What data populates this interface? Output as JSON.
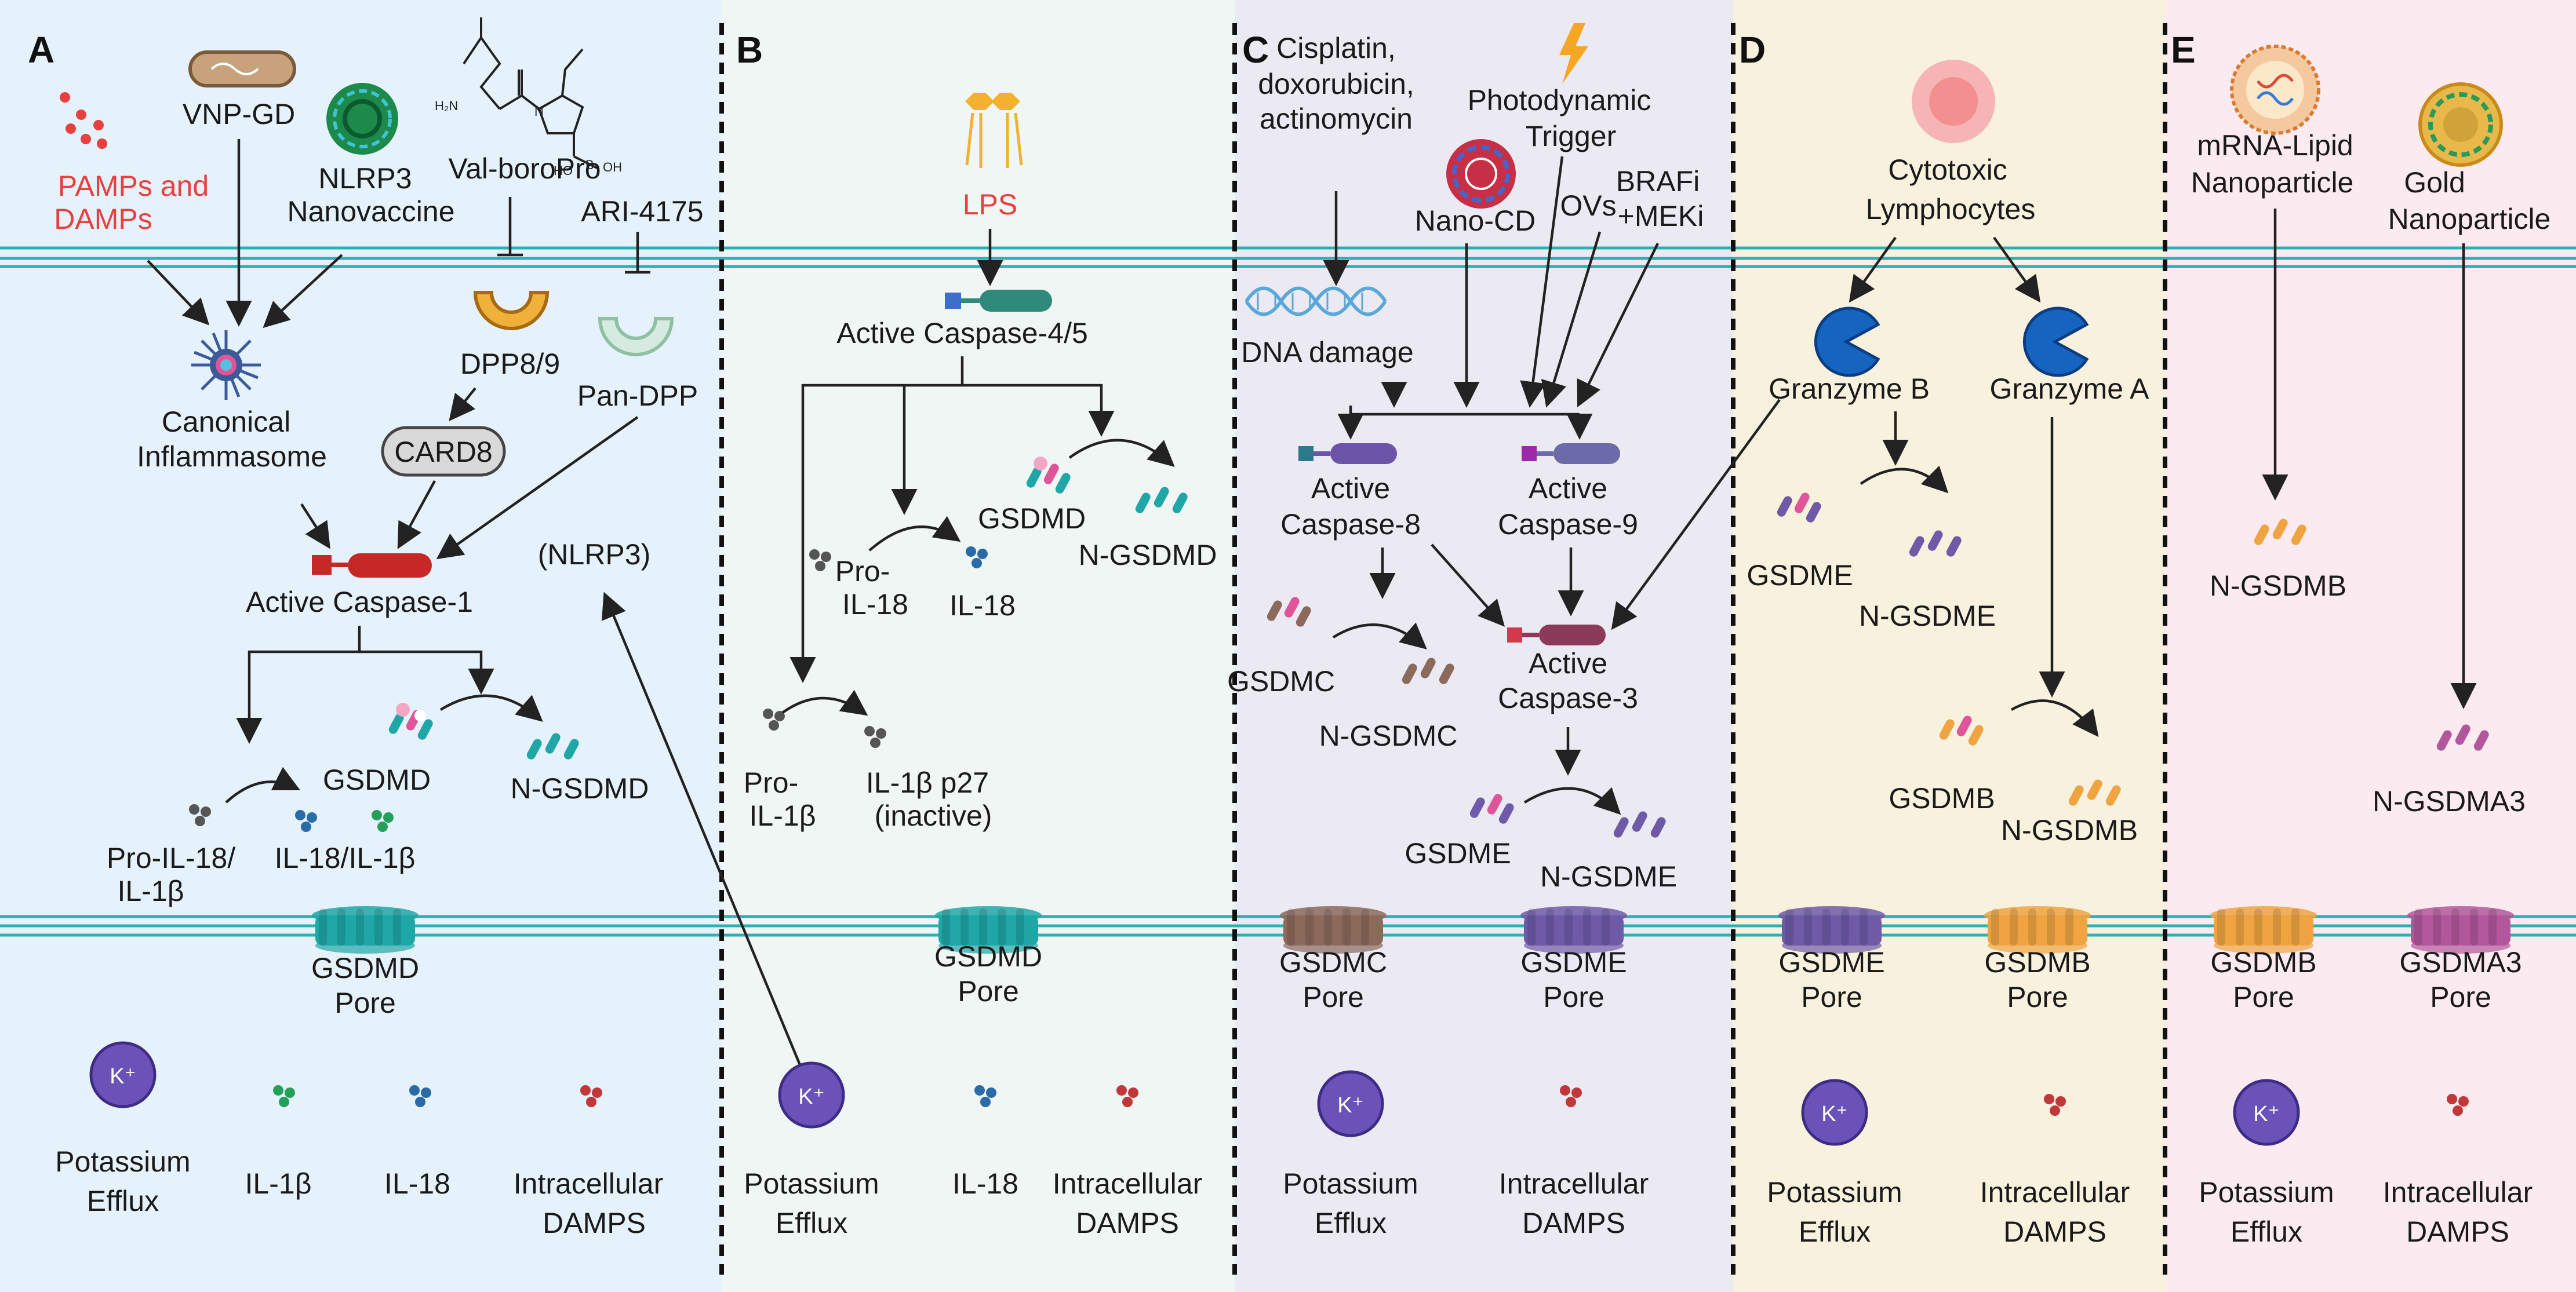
{
  "colors": {
    "panel_a": "#e6f2fb",
    "panel_b": "#eff6f4",
    "panel_c": "#ebeaf3",
    "panel_d": "#f8f1de",
    "panel_e": "#fceaf1",
    "membrane": "#27b3b3",
    "gsdmd": "#1fa7a7",
    "gsdmc": "#8b6a5c",
    "gsdme": "#6f5aa8",
    "gsdmb": "#f0a441",
    "gsdma3": "#b2579b",
    "caspase1": "#c62828",
    "caspase45": "#2f8a7a",
    "caspase8": "#6c54a8",
    "caspase3": "#8c3a5a",
    "potassium": "#6b52b8",
    "granzyme": "#1565c0",
    "red_label": "#e8403f"
  },
  "panels": {
    "a": {
      "letter": "A",
      "pamps_line1": "PAMPs and",
      "pamps_line2": "DAMPs",
      "vnp": "VNP-GD",
      "nlrp3_nv_line1": "NLRP3",
      "nlrp3_nv_line2": "Nanovaccine",
      "valboropro": "Val-boroPro",
      "ari": "ARI-4175",
      "dpp89": "DPP8/9",
      "pandpp": "Pan-DPP",
      "card8": "CARD8",
      "inflammasome_line1": "Canonical",
      "inflammasome_line2": "Inflammasome",
      "nlrp3_paren": "(NLRP3)",
      "casp1": "Active Caspase-1",
      "gsdmd": "GSDMD",
      "ngsdmd": "N-GSDMD",
      "pro_il18_line1": "Pro-IL-18/",
      "pro_il18_line2": "IL-1β",
      "il18_il1b": "IL-18/IL-1β",
      "pore_line1": "GSDMD",
      "pore_line2": "Pore",
      "k_sym": "K⁺",
      "k_line1": "Potassium",
      "k_line2": "Efflux",
      "il1b": "IL-1β",
      "il18": "IL-18",
      "damps_line1": "Intracellular",
      "damps_line2": "DAMPS"
    },
    "b": {
      "letter": "B",
      "lps": "LPS",
      "casp45": "Active Caspase-4/5",
      "gsdmd": "GSDMD",
      "ngsdmd": "N-GSDMD",
      "pro_il18_line1": "Pro-",
      "pro_il18_line2": "IL-18",
      "il18_product": "IL-18",
      "pro_il1b_line1": "Pro-",
      "pro_il1b_line2": "IL-1β",
      "il1b_p27_line1": "IL-1β p27",
      "il1b_p27_line2": "(inactive)",
      "pore_line1": "GSDMD",
      "pore_line2": "Pore",
      "k_sym": "K⁺",
      "k_line1": "Potassium",
      "k_line2": "Efflux",
      "il18": "IL-18",
      "damps_line1": "Intracellular",
      "damps_line2": "DAMPS"
    },
    "c": {
      "letter": "C",
      "drugs_line1": "Cisplatin,",
      "drugs_line2": "doxorubicin,",
      "drugs_line3": "actinomycin",
      "pdt_line1": "Photodynamic",
      "pdt_line2": "Trigger",
      "nanocd": "Nano-CD",
      "ovs": "OVs",
      "braf_line1": "BRAFi",
      "braf_line2": "+MEKi",
      "dna": "DNA damage",
      "casp8_line1": "Active",
      "casp8_line2": "Caspase-8",
      "casp9_line1": "Active",
      "casp9_line2": "Caspase-9",
      "gsdmc": "GSDMC",
      "ngsdmc": "N-GSDMC",
      "casp3_line1": "Active",
      "casp3_line2": "Caspase-3",
      "gsdme": "GSDME",
      "ngsdme": "N-GSDME",
      "pore_c_line1": "GSDMC",
      "pore_c_line2": "Pore",
      "pore_e_line1": "GSDME",
      "pore_e_line2": "Pore",
      "k_sym": "K⁺",
      "k_line1": "Potassium",
      "k_line2": "Efflux",
      "damps_line1": "Intracellular",
      "damps_line2": "DAMPS"
    },
    "d": {
      "letter": "D",
      "ctl_line1": "Cytotoxic",
      "ctl_line2": "Lymphocytes",
      "granzb": "Granzyme B",
      "granza": "Granzyme A",
      "gsdme": "GSDME",
      "ngsdme": "N-GSDME",
      "gsdmb": "GSDMB",
      "ngsdmb": "N-GSDMB",
      "pore_e_line1": "GSDME",
      "pore_e_line2": "Pore",
      "pore_b_line1": "GSDMB",
      "pore_b_line2": "Pore",
      "k_sym": "K⁺",
      "k_line1": "Potassium",
      "k_line2": "Efflux",
      "damps_line1": "Intracellular",
      "damps_line2": "DAMPS"
    },
    "e": {
      "letter": "E",
      "mrna_line1": "mRNA-Lipid",
      "mrna_line2": "Nanoparticle",
      "gold_line1": "Gold",
      "gold_line2": "Nanoparticle",
      "ngsdmb": "N-GSDMB",
      "ngsdma3": "N-GSDMA3",
      "pore_b_line1": "GSDMB",
      "pore_b_line2": "Pore",
      "pore_a3_line1": "GSDMA3",
      "pore_a3_line2": "Pore",
      "k_sym": "K⁺",
      "k_line1": "Potassium",
      "k_line2": "Efflux",
      "damps_line1": "Intracellular",
      "damps_line2": "DAMPS"
    }
  },
  "chem": {
    "h2n": "H₂N",
    "n": "N",
    "b": "B",
    "oh": "OH",
    "ho": "HO"
  }
}
